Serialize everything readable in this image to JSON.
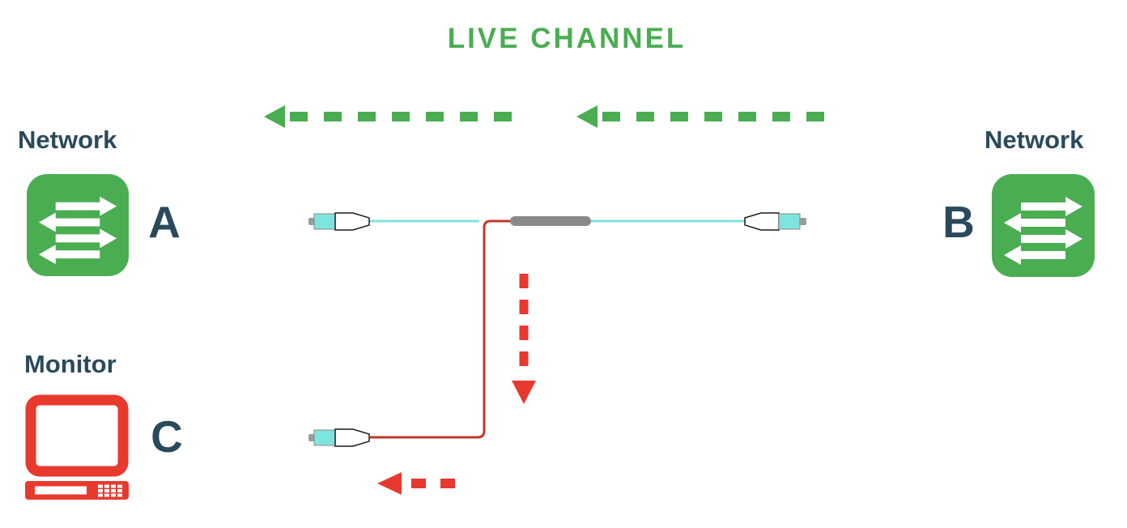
{
  "title": {
    "text": "LIVE CHANNEL"
  },
  "nodes": {
    "network_a": {
      "label": "Network",
      "letter": "A"
    },
    "network_b": {
      "label": "Network",
      "letter": "B"
    },
    "monitor_c": {
      "label": "Monitor",
      "letter": "C"
    }
  },
  "colors": {
    "live_green": "#4aad52",
    "alert_red": "#e8392f",
    "cable_red": "#c0392b",
    "label_navy": "#2a4a5c",
    "fiber_cyan": "#7de4de",
    "tap_gray": "#8a8a8a",
    "connector_boot_outline": "#1a1a1a",
    "ferrule_gray": "#9b9b9b"
  }
}
